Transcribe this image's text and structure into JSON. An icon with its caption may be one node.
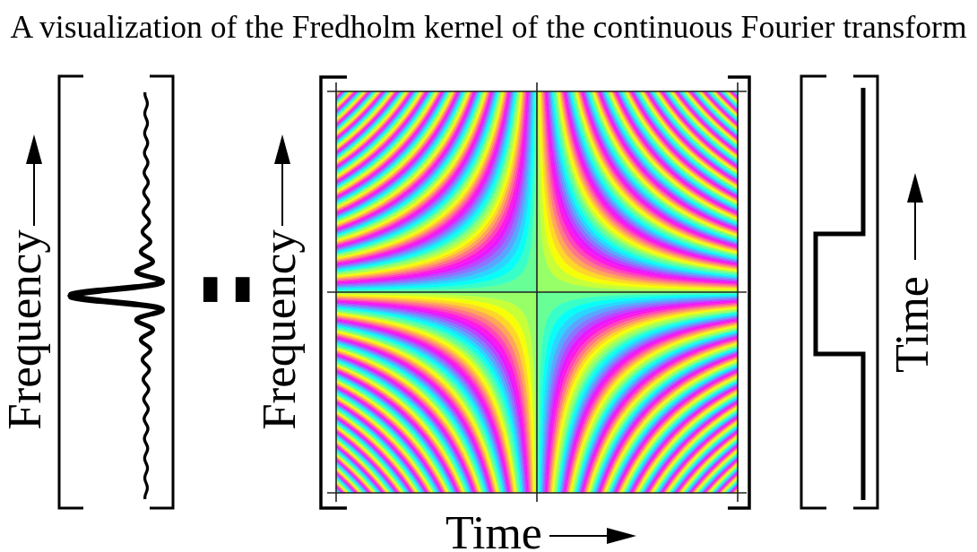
{
  "diagram": {
    "title": "A visualization of the Fredholm kernel of the continuous Fourier transform",
    "labels": [
      "Frequency",
      "=",
      "Frequency",
      "Time",
      "Time"
    ]
  }
}
